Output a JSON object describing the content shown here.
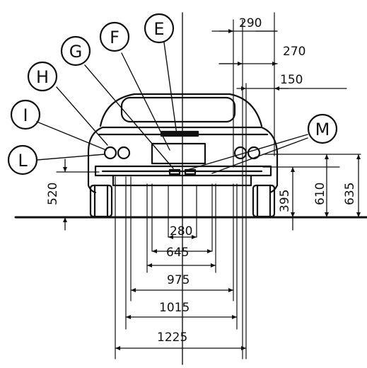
{
  "callouts": {
    "E": "E",
    "F": "F",
    "G": "G",
    "H": "H",
    "I": "I",
    "L": "L",
    "M": "M"
  },
  "dimensions": {
    "top_290": "290",
    "top_270": "270",
    "top_150": "150",
    "height_520": "520",
    "height_395": "395",
    "height_610": "610",
    "height_635": "635",
    "width_280": "280",
    "width_645": "645",
    "width_975": "975",
    "width_1015": "1015",
    "width_1225": "1225"
  }
}
